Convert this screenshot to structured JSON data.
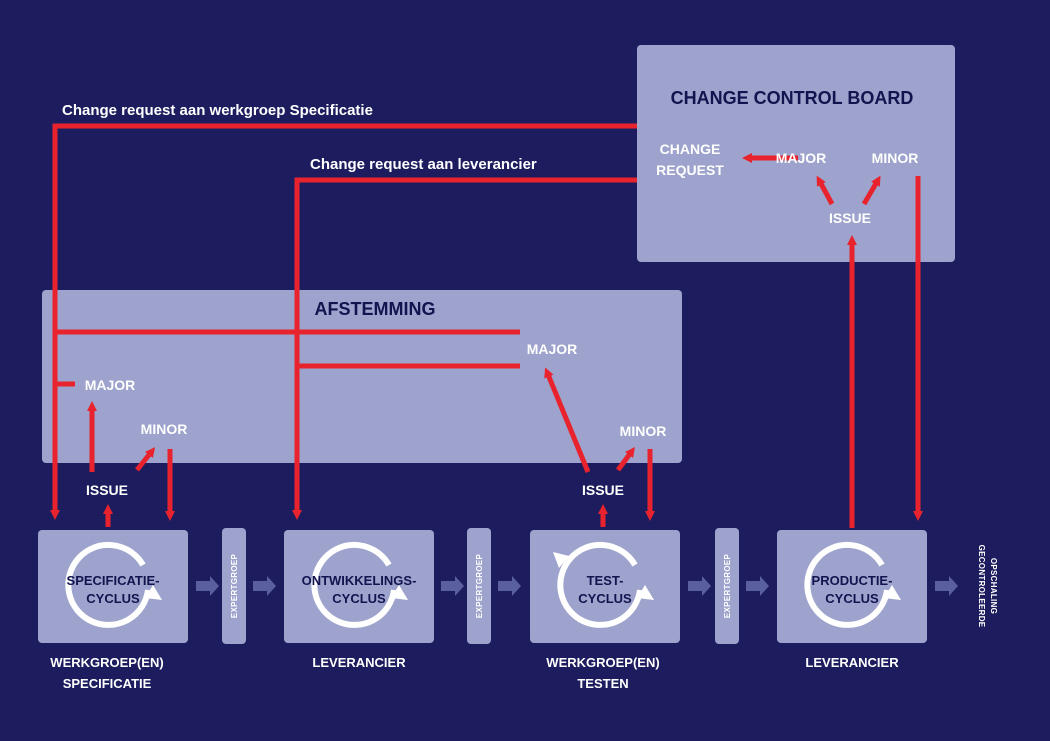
{
  "change_control_board": {
    "title": "CHANGE CONTROL BOARD",
    "change_request_line1": "CHANGE",
    "change_request_line2": "REQUEST",
    "major": "MAJOR",
    "minor": "MINOR",
    "issue": "ISSUE"
  },
  "afstemming": {
    "title": "AFSTEMMING",
    "major_left": "MAJOR",
    "minor_left": "MINOR",
    "major_right": "MAJOR",
    "minor_right": "MINOR"
  },
  "issues": {
    "left": "ISSUE",
    "right": "ISSUE"
  },
  "change_requests": {
    "spec": "Change request aan werkgroep Specificatie",
    "leverancier": "Change request aan leverancier"
  },
  "cycles": [
    {
      "line1": "SPECIFICATIE-",
      "line2": "CYCLUS",
      "owner_line1": "WERKGROEP(EN)",
      "owner_line2": "SPECIFICATIE"
    },
    {
      "line1": "ONTWIKKELINGS-",
      "line2": "CYCLUS",
      "owner_line1": "LEVERANCIER",
      "owner_line2": ""
    },
    {
      "line1": "TEST-",
      "line2": "CYCLUS",
      "owner_line1": "WERKGROEP(EN)",
      "owner_line2": "TESTEN"
    },
    {
      "line1": "PRODUCTIE-",
      "line2": "CYCLUS",
      "owner_line1": "LEVERANCIER",
      "owner_line2": ""
    }
  ],
  "expertgroep": "EXPERTGROEP",
  "final": {
    "line1": "GECONTROLEERDE",
    "line2": "OPSCHALING"
  },
  "colors": {
    "background": "#1c1c5e",
    "box": "#9da3cc",
    "red": "#e8232d",
    "arrow_gray": "#5a5f9e"
  }
}
